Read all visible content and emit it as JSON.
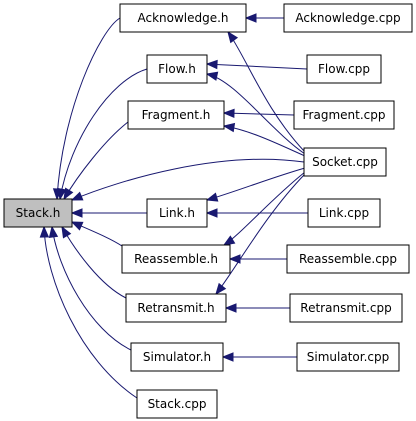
{
  "nodes": {
    "stack_h": "Stack.h",
    "acknowledge_h": "Acknowledge.h",
    "flow_h": "Flow.h",
    "fragment_h": "Fragment.h",
    "link_h": "Link.h",
    "reassemble_h": "Reassemble.h",
    "retransmit_h": "Retransmit.h",
    "simulator_h": "Simulator.h",
    "stack_cpp": "Stack.cpp",
    "acknowledge_cpp": "Acknowledge.cpp",
    "flow_cpp": "Flow.cpp",
    "fragment_cpp": "Fragment.cpp",
    "socket_cpp": "Socket.cpp",
    "link_cpp": "Link.cpp",
    "reassemble_cpp": "Reassemble.cpp",
    "retransmit_cpp": "Retransmit.cpp",
    "simulator_cpp": "Simulator.cpp"
  },
  "edges": [
    [
      "acknowledge_h",
      "stack_h"
    ],
    [
      "flow_h",
      "stack_h"
    ],
    [
      "fragment_h",
      "stack_h"
    ],
    [
      "socket_cpp",
      "stack_h"
    ],
    [
      "link_h",
      "stack_h"
    ],
    [
      "reassemble_h",
      "stack_h"
    ],
    [
      "retransmit_h",
      "stack_h"
    ],
    [
      "simulator_h",
      "stack_h"
    ],
    [
      "stack_cpp",
      "stack_h"
    ],
    [
      "acknowledge_cpp",
      "acknowledge_h"
    ],
    [
      "socket_cpp",
      "acknowledge_h"
    ],
    [
      "flow_cpp",
      "flow_h"
    ],
    [
      "socket_cpp",
      "flow_h"
    ],
    [
      "fragment_cpp",
      "fragment_h"
    ],
    [
      "socket_cpp",
      "fragment_h"
    ],
    [
      "socket_cpp",
      "link_h"
    ],
    [
      "link_cpp",
      "link_h"
    ],
    [
      "reassemble_cpp",
      "reassemble_h"
    ],
    [
      "socket_cpp",
      "reassemble_h"
    ],
    [
      "retransmit_cpp",
      "retransmit_h"
    ],
    [
      "socket_cpp",
      "retransmit_h"
    ],
    [
      "simulator_cpp",
      "simulator_h"
    ]
  ],
  "colors": {
    "edge": "#191970",
    "root_fill": "#bfbfbf",
    "node_fill": "#ffffff",
    "node_border": "#000000"
  }
}
